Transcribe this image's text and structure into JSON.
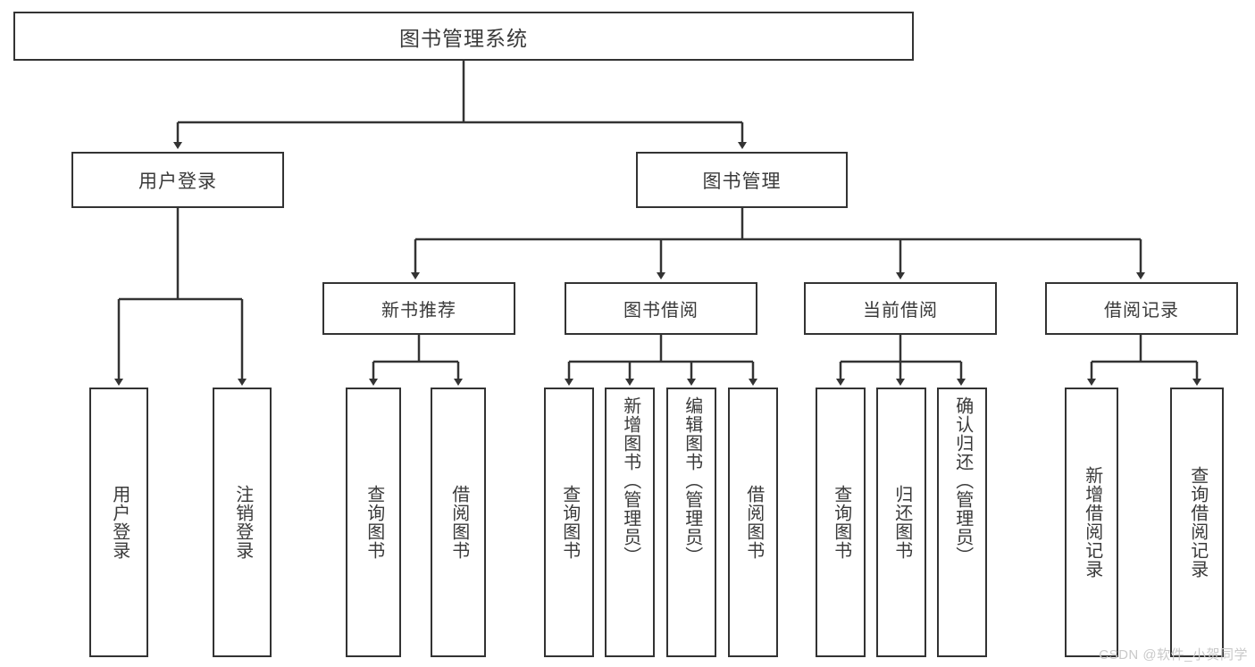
{
  "diagram": {
    "title": "图书管理系统",
    "watermark": "CSDN @软件_小贺同学",
    "colors": {
      "stroke": "#333333",
      "text": "#3a3a3a",
      "background": "#ffffff",
      "watermark": "#c9c9c9"
    },
    "root": {
      "label": "图书管理系统"
    },
    "level2": [
      {
        "label": "用户登录"
      },
      {
        "label": "图书管理"
      }
    ],
    "level3": [
      {
        "label": "新书推荐"
      },
      {
        "label": "图书借阅"
      },
      {
        "label": "当前借阅"
      },
      {
        "label": "借阅记录"
      }
    ],
    "leaves": {
      "user_login": [
        {
          "label": "用户登录"
        },
        {
          "label": "注销登录"
        }
      ],
      "new_book_recommend": [
        {
          "label": "查询图书"
        },
        {
          "label": "借阅图书"
        }
      ],
      "book_borrow": [
        {
          "label": "查询图书"
        },
        {
          "label": "新增图书（管理员）"
        },
        {
          "label": "编辑图书（管理员）"
        },
        {
          "label": "借阅图书"
        }
      ],
      "current_borrow": [
        {
          "label": "查询图书"
        },
        {
          "label": "归还图书"
        },
        {
          "label": "确认归还（管理员）"
        }
      ],
      "borrow_record": [
        {
          "label": "新增借阅记录"
        },
        {
          "label": "查询借阅记录"
        }
      ]
    }
  }
}
